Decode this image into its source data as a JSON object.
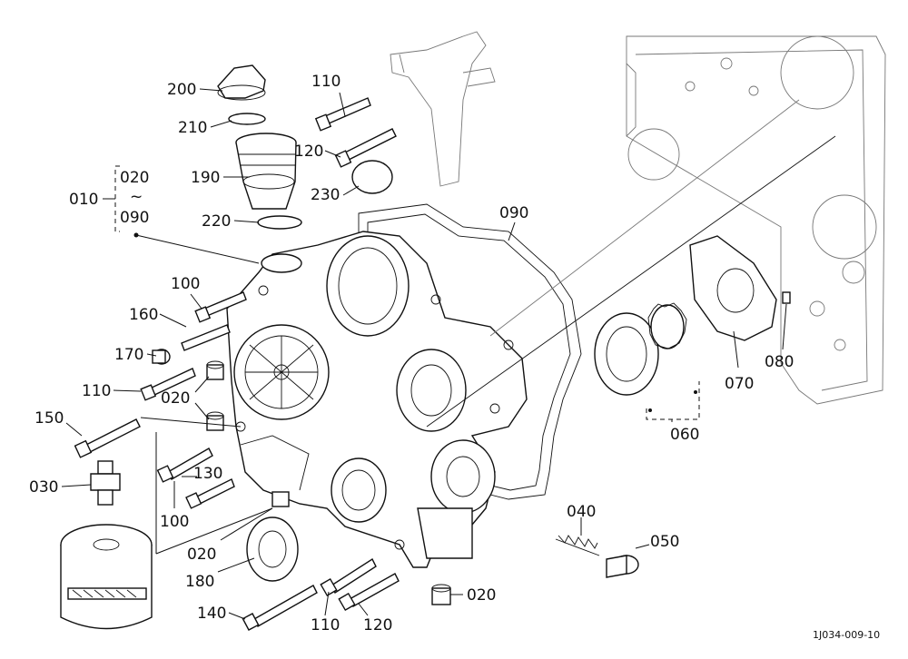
{
  "labels": {
    "p200": "200",
    "p210": "210",
    "p190": "190",
    "p220": "220",
    "p010": "010",
    "p020a": "020",
    "tilde": "~",
    "p090a": "090",
    "p110a": "110",
    "p120a": "120",
    "p230": "230",
    "p090b": "090",
    "p100a": "100",
    "p160": "160",
    "p170": "170",
    "p110b": "110",
    "p020b": "020",
    "p150": "150",
    "p030": "030",
    "p130": "130",
    "p100b": "100",
    "p020c": "020",
    "p180": "180",
    "p140": "140",
    "p110c": "110",
    "p120b": "120",
    "p020d": "020",
    "p040": "040",
    "p050": "050",
    "p060": "060",
    "p070": "070",
    "p080": "080"
  },
  "drawing_code": "1J034-009-10"
}
